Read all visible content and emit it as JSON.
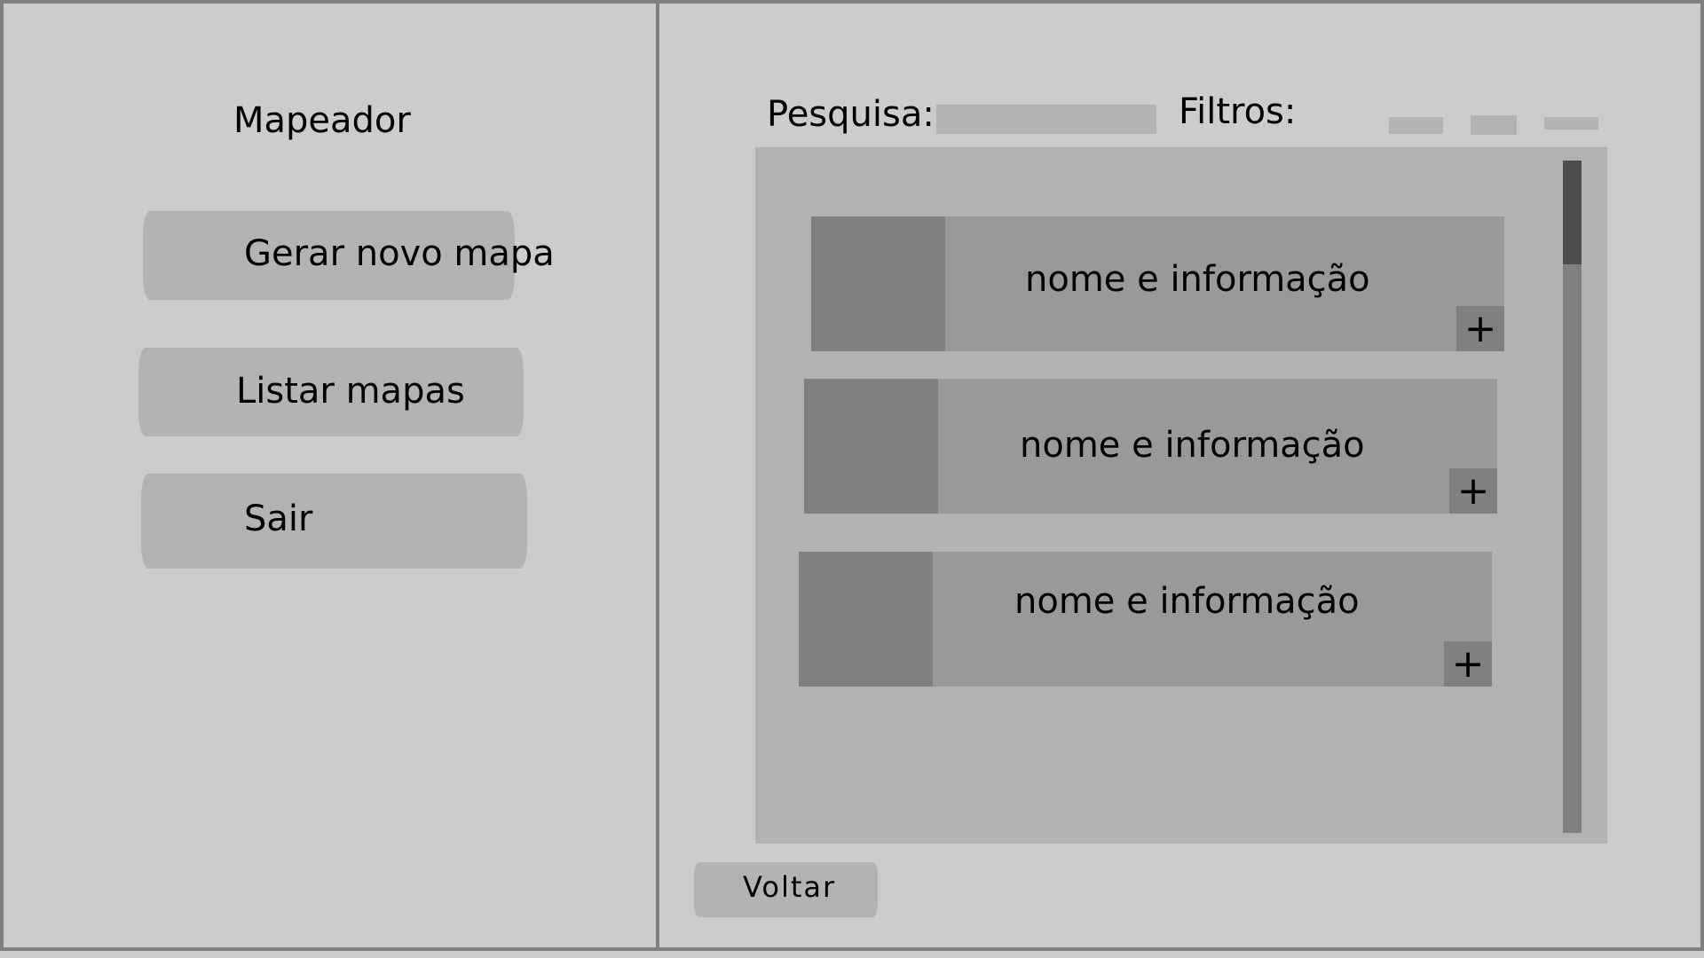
{
  "sidebar": {
    "title": "Mapeador",
    "menu": [
      {
        "label": "Gerar novo mapa"
      },
      {
        "label": "Listar mapas"
      },
      {
        "label": "Sair"
      }
    ]
  },
  "main": {
    "search_label": "Pesquisa:",
    "search_value": "",
    "filters_label": "Filtros:",
    "filters": [
      "",
      "",
      ""
    ],
    "cards": [
      {
        "info": "nome e informação",
        "action": "+"
      },
      {
        "info": "nome e informação",
        "action": "+"
      },
      {
        "info": "nome e informação",
        "action": "+"
      }
    ],
    "back_label": "Voltar"
  },
  "colors": {
    "background": "#cccccc",
    "border": "#808080",
    "button": "#b3b3b3",
    "card": "#999999",
    "thumbnail": "#808080",
    "scrollbar_thumb": "#4d4d4d"
  },
  "icons": {
    "card_action": "plus-icon"
  }
}
